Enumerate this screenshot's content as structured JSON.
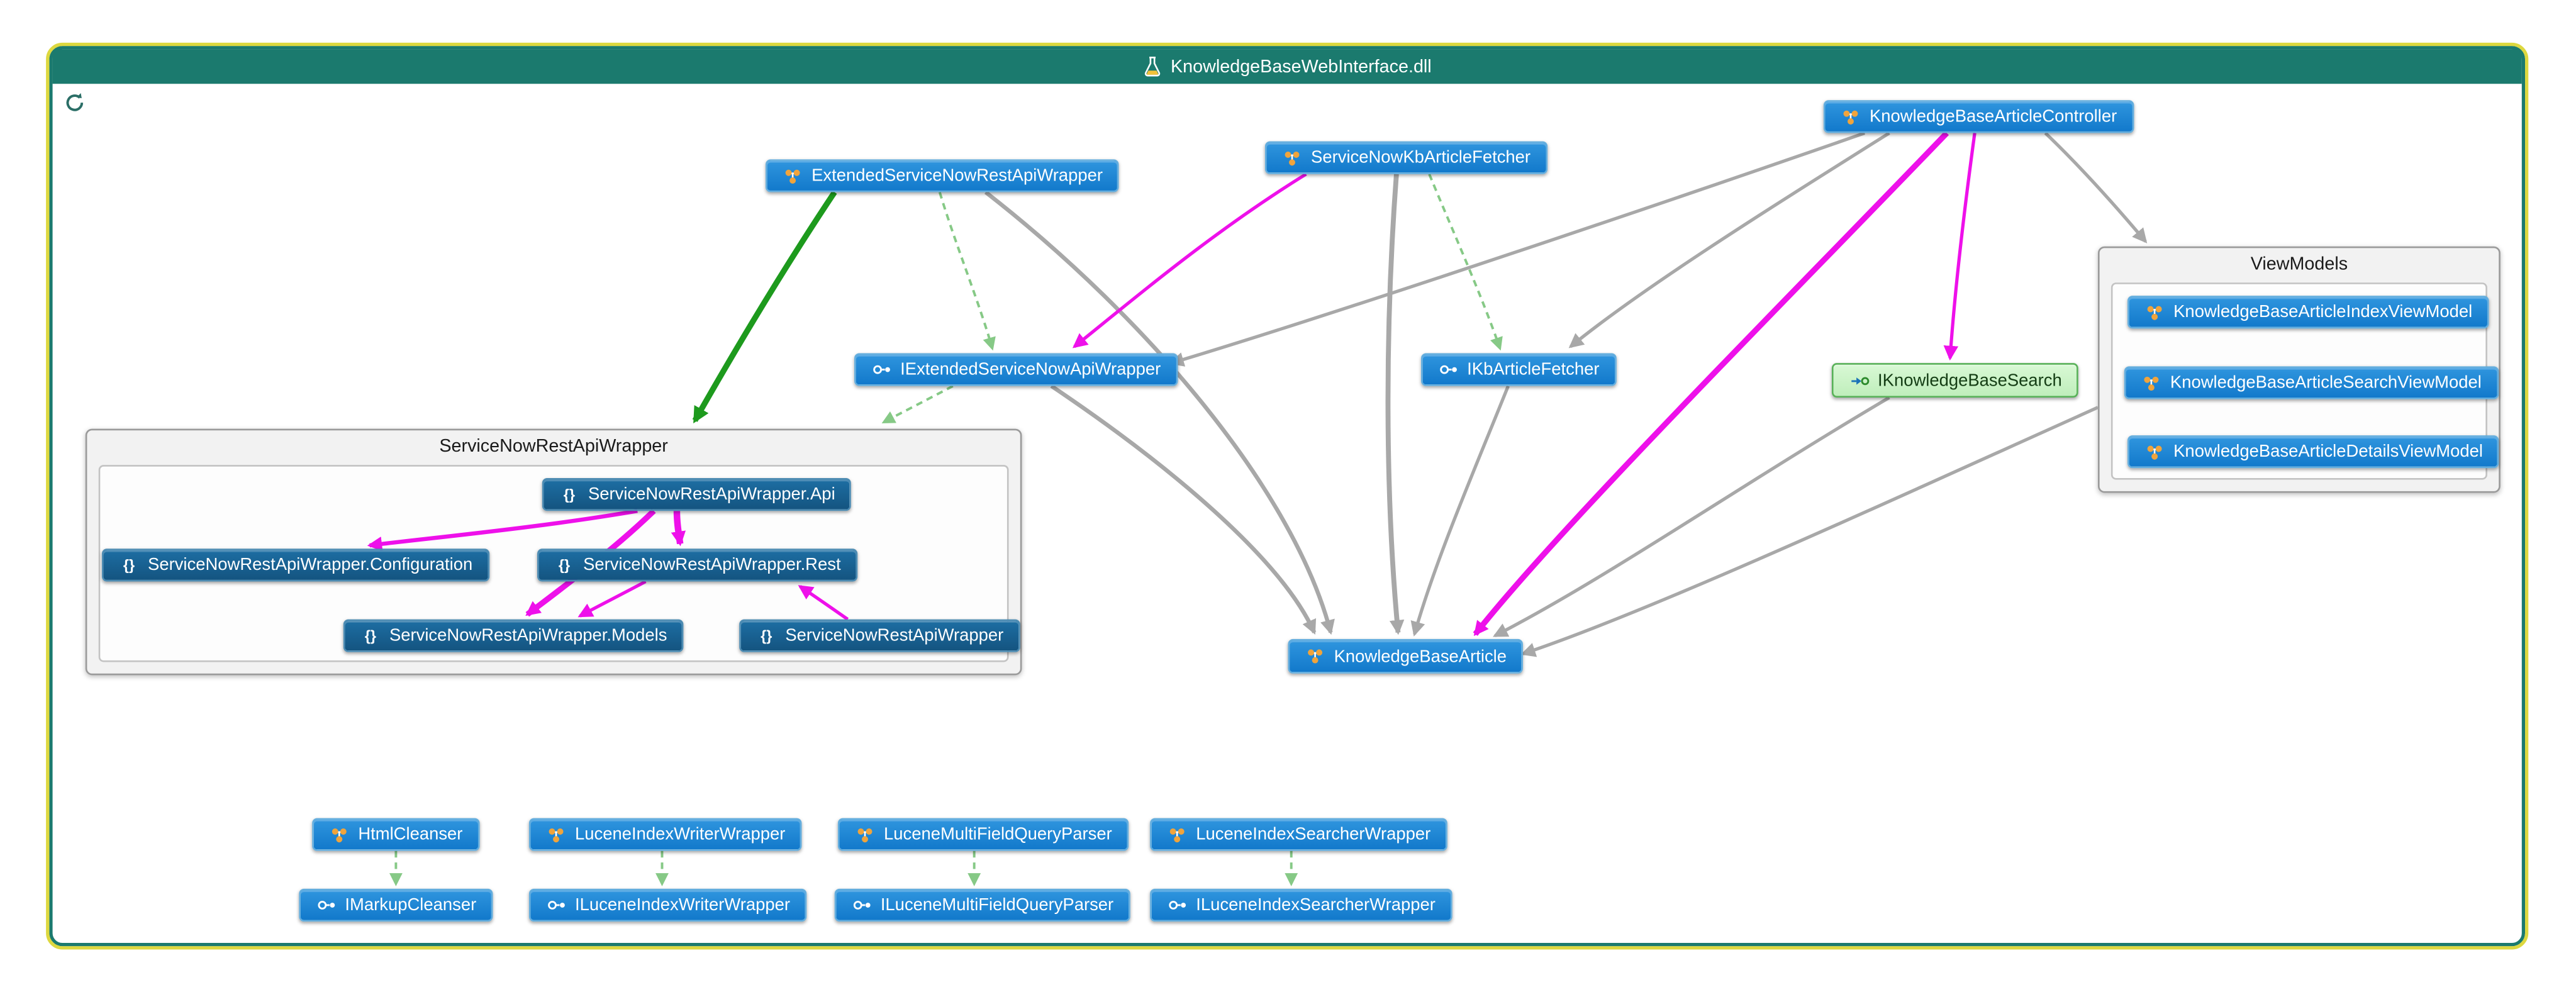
{
  "window": {
    "title": "KnowledgeBaseWebInterface.dll"
  },
  "groups": {
    "wrapper": {
      "label": "ServiceNowRestApiWrapper"
    },
    "viewmodels": {
      "label": "ViewModels"
    }
  },
  "nodes": {
    "extWrapper": {
      "label": "ExtendedServiceNowRestApiWrapper",
      "kind": "class"
    },
    "kbFetcher": {
      "label": "ServiceNowKbArticleFetcher",
      "kind": "class"
    },
    "kbController": {
      "label": "KnowledgeBaseArticleController",
      "kind": "class"
    },
    "iExtWrapper": {
      "label": "IExtendedServiceNowApiWrapper",
      "kind": "interface"
    },
    "iKbFetcher": {
      "label": "IKbArticleFetcher",
      "kind": "interface"
    },
    "iKbSearch": {
      "label": "IKnowledgeBaseSearch",
      "kind": "interface-highlighted"
    },
    "kbArticle": {
      "label": "KnowledgeBaseArticle",
      "kind": "class"
    },
    "vmIndex": {
      "label": "KnowledgeBaseArticleIndexViewModel",
      "kind": "class"
    },
    "vmSearch": {
      "label": "KnowledgeBaseArticleSearchViewModel",
      "kind": "class"
    },
    "vmDetails": {
      "label": "KnowledgeBaseArticleDetailsViewModel",
      "kind": "class"
    },
    "nsApi": {
      "label": "ServiceNowRestApiWrapper.Api",
      "kind": "namespace"
    },
    "nsConfig": {
      "label": "ServiceNowRestApiWrapper.Configuration",
      "kind": "namespace"
    },
    "nsRest": {
      "label": "ServiceNowRestApiWrapper.Rest",
      "kind": "namespace"
    },
    "nsModels": {
      "label": "ServiceNowRestApiWrapper.Models",
      "kind": "namespace"
    },
    "nsRoot": {
      "label": "ServiceNowRestApiWrapper",
      "kind": "namespace"
    },
    "htmlCleanser": {
      "label": "HtmlCleanser",
      "kind": "class"
    },
    "iMarkupCleanser": {
      "label": "IMarkupCleanser",
      "kind": "interface"
    },
    "luceneWriter": {
      "label": "LuceneIndexWriterWrapper",
      "kind": "class"
    },
    "iLuceneWriter": {
      "label": "ILuceneIndexWriterWrapper",
      "kind": "interface"
    },
    "luceneParser": {
      "label": "LuceneMultiFieldQueryParser",
      "kind": "class"
    },
    "iLuceneParser": {
      "label": "ILuceneMultiFieldQueryParser",
      "kind": "interface"
    },
    "luceneSearcher": {
      "label": "LuceneIndexSearcherWrapper",
      "kind": "class"
    },
    "iLuceneSearcher": {
      "label": "ILuceneIndexSearcherWrapper",
      "kind": "interface"
    }
  },
  "edges": [
    {
      "from": "ExtendedServiceNowRestApiWrapper",
      "to": "ServiceNowRestApiWrapper",
      "style": "green-solid"
    },
    {
      "from": "ExtendedServiceNowRestApiWrapper",
      "to": "IExtendedServiceNowApiWrapper",
      "style": "green-dashed"
    },
    {
      "from": "IExtendedServiceNowApiWrapper",
      "to": "ServiceNowRestApiWrapper",
      "style": "green-dashed"
    },
    {
      "from": "ExtendedServiceNowRestApiWrapper",
      "to": "KnowledgeBaseArticle",
      "style": "gray"
    },
    {
      "from": "IExtendedServiceNowApiWrapper",
      "to": "KnowledgeBaseArticle",
      "style": "gray"
    },
    {
      "from": "ServiceNowKbArticleFetcher",
      "to": "IExtendedServiceNowApiWrapper",
      "style": "magenta"
    },
    {
      "from": "ServiceNowKbArticleFetcher",
      "to": "IKbArticleFetcher",
      "style": "green-dashed"
    },
    {
      "from": "ServiceNowKbArticleFetcher",
      "to": "KnowledgeBaseArticle",
      "style": "gray"
    },
    {
      "from": "KnowledgeBaseArticleController",
      "to": "IKbArticleFetcher",
      "style": "gray"
    },
    {
      "from": "KnowledgeBaseArticleController",
      "to": "IExtendedServiceNowApiWrapper",
      "style": "gray"
    },
    {
      "from": "KnowledgeBaseArticleController",
      "to": "KnowledgeBaseArticle",
      "style": "magenta-thick"
    },
    {
      "from": "KnowledgeBaseArticleController",
      "to": "IKnowledgeBaseSearch",
      "style": "magenta"
    },
    {
      "from": "KnowledgeBaseArticleController",
      "to": "ViewModels",
      "style": "gray"
    },
    {
      "from": "ViewModels",
      "to": "KnowledgeBaseArticle",
      "style": "gray"
    },
    {
      "from": "IKnowledgeBaseSearch",
      "to": "KnowledgeBaseArticle",
      "style": "gray"
    },
    {
      "from": "IKbArticleFetcher",
      "to": "KnowledgeBaseArticle",
      "style": "gray"
    },
    {
      "from": "ServiceNowRestApiWrapper.Api",
      "to": "ServiceNowRestApiWrapper.Configuration",
      "style": "magenta"
    },
    {
      "from": "ServiceNowRestApiWrapper.Api",
      "to": "ServiceNowRestApiWrapper.Rest",
      "style": "magenta-thick"
    },
    {
      "from": "ServiceNowRestApiWrapper.Api",
      "to": "ServiceNowRestApiWrapper.Models",
      "style": "magenta-thick"
    },
    {
      "from": "ServiceNowRestApiWrapper.Rest",
      "to": "ServiceNowRestApiWrapper.Models",
      "style": "magenta"
    },
    {
      "from": "ServiceNowRestApiWrapper",
      "to": "ServiceNowRestApiWrapper.Rest",
      "style": "magenta"
    },
    {
      "from": "HtmlCleanser",
      "to": "IMarkupCleanser",
      "style": "green-dashed"
    },
    {
      "from": "LuceneIndexWriterWrapper",
      "to": "ILuceneIndexWriterWrapper",
      "style": "green-dashed"
    },
    {
      "from": "LuceneMultiFieldQueryParser",
      "to": "ILuceneMultiFieldQueryParser",
      "style": "green-dashed"
    },
    {
      "from": "LuceneIndexSearcherWrapper",
      "to": "ILuceneIndexSearcherWrapper",
      "style": "green-dashed"
    }
  ],
  "colors": {
    "container_header": "#1b7a6e",
    "selection_outline": "#ddd83f",
    "node_blue": "#1583d6",
    "node_namespace": "#17618f",
    "node_green_bg": "#c9f3c4",
    "edge_gray": "#a8a8a8",
    "edge_magenta": "#ee10ea",
    "edge_green": "#1d9a1d",
    "edge_implements": "#86c986"
  },
  "icons": {
    "assembly": "flask-icon",
    "refresh": "refresh-icon",
    "class": "class-icon",
    "interface": "interface-icon",
    "namespace": "namespace-braces-icon",
    "interface_highlighted": "interface-arrow-icon"
  }
}
